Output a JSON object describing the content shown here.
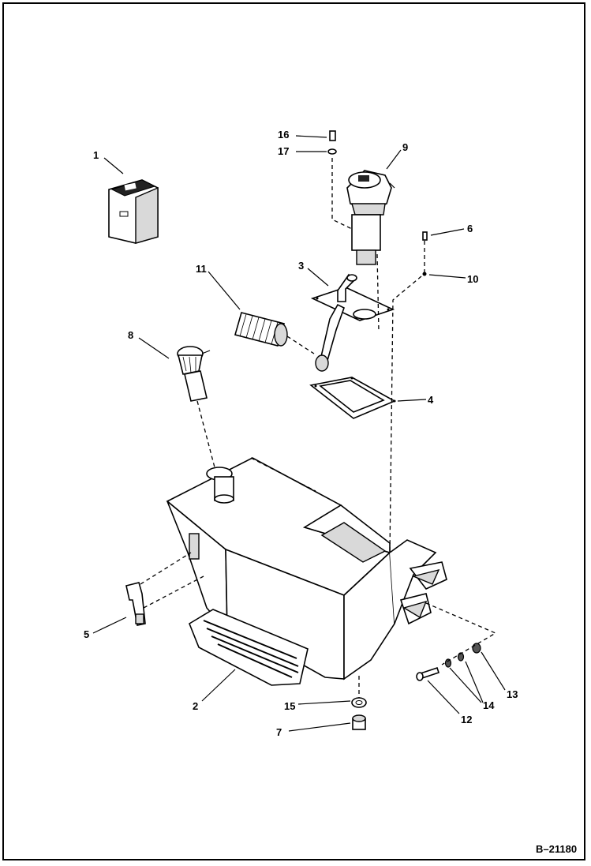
{
  "diagram": {
    "document_number": "B–21180",
    "callouts": [
      {
        "id": "c1",
        "label": "1"
      },
      {
        "id": "c2",
        "label": "2"
      },
      {
        "id": "c3",
        "label": "3"
      },
      {
        "id": "c4",
        "label": "4"
      },
      {
        "id": "c5",
        "label": "5"
      },
      {
        "id": "c6",
        "label": "6"
      },
      {
        "id": "c7",
        "label": "7"
      },
      {
        "id": "c8",
        "label": "8"
      },
      {
        "id": "c9",
        "label": "9"
      },
      {
        "id": "c10",
        "label": "10"
      },
      {
        "id": "c11",
        "label": "11"
      },
      {
        "id": "c12",
        "label": "12"
      },
      {
        "id": "c13",
        "label": "13"
      },
      {
        "id": "c14",
        "label": "14"
      },
      {
        "id": "c15",
        "label": "15"
      },
      {
        "id": "c16",
        "label": "16"
      },
      {
        "id": "c17",
        "label": "17"
      }
    ]
  }
}
